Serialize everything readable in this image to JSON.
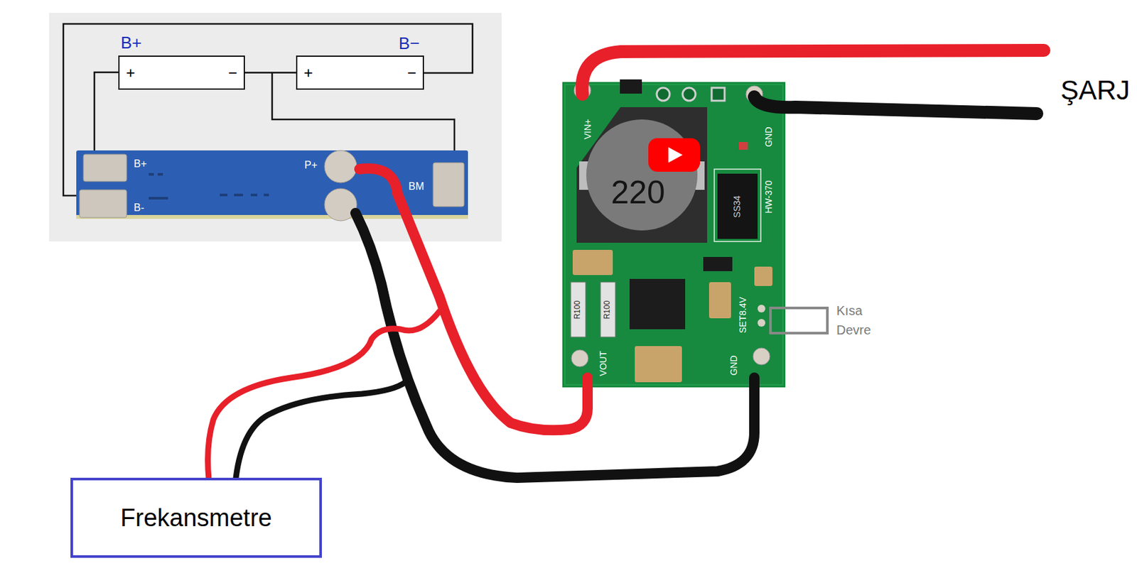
{
  "diagram": {
    "nodes": [
      {
        "text": [
          "+",
          "−"
        ]
      },
      {
        "text": [
          "+",
          "−"
        ]
      },
      {
        "text": [
          "Frekansmetre"
        ]
      }
    ],
    "edges": [
      {
        "from": 0,
        "to": 1,
        "arrow": "none"
      }
    ],
    "labels": [
      "B+",
      "B−",
      "B+",
      "B-",
      "P+",
      "BM",
      "VIN+",
      "GND",
      "220",
      "HW-370",
      "SS34",
      "R100",
      "R100",
      "SET8.4V",
      "VOUT",
      "GND",
      "Kısa Devre",
      "ŞARJ"
    ]
  }
}
